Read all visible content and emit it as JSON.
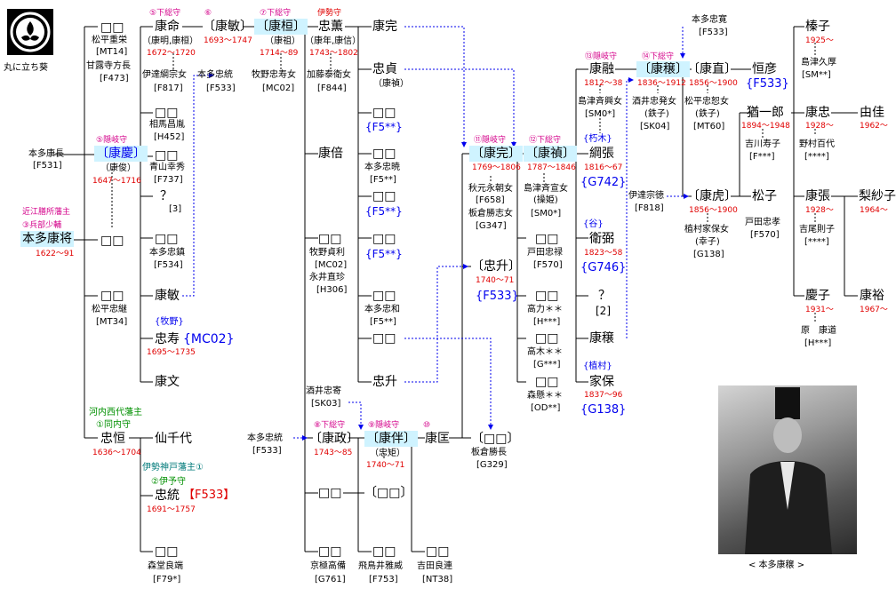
{
  "crest_caption": "丸に立ち葵",
  "photo_caption": "< 本多康穣 >",
  "n": {
    "a1": "□□",
    "a1r1": "松平重栄",
    "a1r2": "[MT14]",
    "a1r3": "甘露寺方長",
    "a1r4": "[F473]",
    "pref_l": "本多康長",
    "pref_r": "[F531]",
    "yk_t": "⑤隠岐守",
    "yk_n": "〔康慶〕",
    "yk_s": "（康俊）",
    "yk_d": "1647〜1716",
    "ts_h": "近江膳所藩主",
    "ts_t": "③兵部少輔",
    "ts_n": "本多康将",
    "ts_d": "1622〜91",
    "b1": "□□",
    "b1r1": "松平忠継",
    "b1r2": "[MT34]",
    "ktl_h": "河内西代藩主",
    "ktl_t": "①同内守",
    "ktl_n": "忠恒",
    "ktl_d": "1636〜1704",
    "ym_t": "⑤下総守",
    "ym_n": "康命",
    "ym_s": "（康明,康桓）",
    "ym_d": "1672〜1720",
    "ym_r1": "伊達綱宗女",
    "ym_r2": "[F817]",
    "c1": "□□",
    "c1r1": "相馬昌胤",
    "c1r2": "[H452]",
    "c2": "□□",
    "c2r1": "青山幸秀",
    "c2r2": "[F737]",
    "c3": "？",
    "c3r": "[3]",
    "c4": "□□",
    "c4r1": "本多忠鎮",
    "c4r2": "[F534]",
    "c5": "康敏",
    "tj_h": "{牧野}",
    "tj_n": "忠寿",
    "tj_l": "{MC02}",
    "tj_d": "1695〜1735",
    "c7": "康文",
    "sen": "仙千代",
    "tt_h": "伊勢神戸藩主①",
    "tt_t": "②伊予守",
    "tt_n": "忠統",
    "tt_l": "【F533】",
    "tt_d": "1691〜1757",
    "c9": "□□",
    "c9r1": "森堂良端",
    "c9r2": "[F79*]",
    "kb_t": "⑥",
    "kb_n": "〔康敏〕",
    "kb_d": "1693〜1747",
    "kb_r1": "本多忠統",
    "kb_r2": "[F533]",
    "kh_t": "⑦下総守",
    "kh_n": "〔康桓〕",
    "kh_s": "（康祖）",
    "kh_d": "1714〜89",
    "kh_r1": "牧野忠寿女",
    "kh_r2": "[MC02]",
    "tm_t": "伊勢守",
    "tm_n": "忠薫",
    "tm_s": "（康年,康信）",
    "tm_d": "1743〜1802",
    "tm_r1": "加藤泰衛女",
    "tm_r2": "[F844]",
    "ks": "康倍",
    "d1": "□□",
    "d1r1": "牧野貞利",
    "d1r2": "[MC02]",
    "d1r3": "永井直珍",
    "d1r4": "[H306]",
    "sk_r1": "酒井忠寄",
    "sk_r2": "[SK03]",
    "yks_l1": "本多忠統",
    "yks_l2": "[F533]",
    "yks_t": "⑧下総守",
    "yks_n": "〔康政〕",
    "yks_d": "1743〜85",
    "d3": "□□",
    "d4": "□□",
    "d4r1": "京極高備",
    "d4r2": "[G761]",
    "yk2": "康完",
    "tsd_n": "忠貞",
    "tsd_s": "（康禎）",
    "e1": "□□",
    "e1l": "{F5**}",
    "e2": "□□",
    "e2r1": "本多忠暁",
    "e2r2": "[F5**]",
    "e3": "□□",
    "e3l": "{F5**}",
    "e4": "□□",
    "e4l": "{F5**}",
    "e5": "□□",
    "e5r1": "本多忠和",
    "e5r2": "[F5**]",
    "e6": "□□",
    "ts2": "忠升",
    "yb_t": "⑨隠岐守",
    "yb_n": "〔康伴〕",
    "yb_s": "（忠矩）",
    "yb_d": "1740〜71",
    "f2": "〔□□〕",
    "f3": "□□",
    "f3r1": "飛鳥井雅威",
    "f3r2": "[F753]",
    "yku_t": "⑩",
    "yku_n": "康匡",
    "g2": "□□",
    "g2r1": "吉田良連",
    "g2r2": "[NT38]",
    "ykn_t": "⑪隠岐守",
    "ykn_n": "〔康完〕",
    "ykn_d": "1769〜1806",
    "ykn_r1": "秋元永朝女",
    "ykn_r2": "[F658]",
    "ykn_r3": "板倉勝志女",
    "ykn_r4": "[G347]",
    "tsb_n": "〔忠升〕",
    "tsb_d": "1740〜71",
    "tsb_l": "{F533}",
    "h3": "〔□□〕",
    "h3r1": "板倉勝長",
    "h3r2": "[G329]",
    "yt_t": "⑫下総守",
    "yt_n": "〔康禎〕",
    "yt_d": "1787〜1846",
    "yt_r1": "島津斉宣女",
    "yt_r2": "(操姫)",
    "yt_r3": "[SM0*]",
    "i1": "□□",
    "i1r1": "戸田忠禄",
    "i1r2": "[F570]",
    "i2": "□□",
    "i2r1": "高力＊＊",
    "i2r2": "[H***]",
    "i3": "□□",
    "i3r1": "高木＊＊",
    "i3r2": "[G***]",
    "i4": "□□",
    "i4r1": "森懸＊＊",
    "i4r2": "[OD**]",
    "yy_t": "⑬隠岐守",
    "yy_n": "康融",
    "yy_d": "1812〜38",
    "yy_r1": "島津斉興女",
    "yy_r2": "[SM0*]",
    "tc_h": "{朽木}",
    "tc_n": "綱張",
    "tc_d": "1816〜67",
    "tc_l": "{G742}",
    "em_h": "{谷}",
    "em_n": "衛弼",
    "em_d": "1823〜58",
    "em_l": "{G746}",
    "q2": "？",
    "q2r": "[2]",
    "ykj": "康穣",
    "ie_h": "{植村}",
    "ie_n": "家保",
    "ie_d": "1837〜96",
    "ie_l": "{G138}",
    "yj_t": "⑭下総守",
    "yj_n": "〔康穣〕",
    "yj_d": "1836〜1912",
    "yj_r1": "酒井忠発女",
    "yj_r2": "(鉄子)",
    "yj_r3": "[SK04]",
    "dr_n": "伊達宗徳",
    "dr_r": "[F818]",
    "tk_l1": "本多忠寛",
    "tk_l2": "[F533]",
    "yn_n": "〔康直〕",
    "yn_d": "1856〜1900",
    "yn_r1": "松平忠恕女",
    "yn_r2": "(鉄子)",
    "yn_r3": "[MT60]",
    "yt2_n": "〔康虎〕",
    "yt2_d": "1856〜1900",
    "yt2_r1": "植村家保女",
    "yt2_r2": "(幸子)",
    "yt2_r3": "[G138]",
    "kh2_n": "恒彦",
    "kh2_l": "{F533}",
    "yi_n": "猶一郎",
    "yi_d": "1894〜1948",
    "yi_r1": "吉川寿子",
    "yi_r2": "[F***]",
    "mk_n": "松子",
    "mk_r1": "戸田忠孝",
    "mk_r2": "[F570]",
    "jk_n": "榛子",
    "jk_d": "1925〜",
    "jk_r1": "島津久厚",
    "jk_r2": "[SM**]",
    "tg_n": "康忠",
    "tg_d": "1928〜",
    "tg_r1": "野村百代",
    "tg_r2": "[****]",
    "yh_n": "康張",
    "yh_d": "1928〜",
    "yh_r1": "吉尾則子",
    "yh_r2": "[****]",
    "kk_n": "慶子",
    "kk_d": "1931〜",
    "kk_r1": "原　康道",
    "kk_r2": "[H***]",
    "yy2_n": "由佳",
    "yy2_d": "1962〜",
    "rs_n": "梨紗子",
    "rs_d": "1964〜",
    "kr_n": "康裕",
    "kr_d": "1967〜"
  }
}
